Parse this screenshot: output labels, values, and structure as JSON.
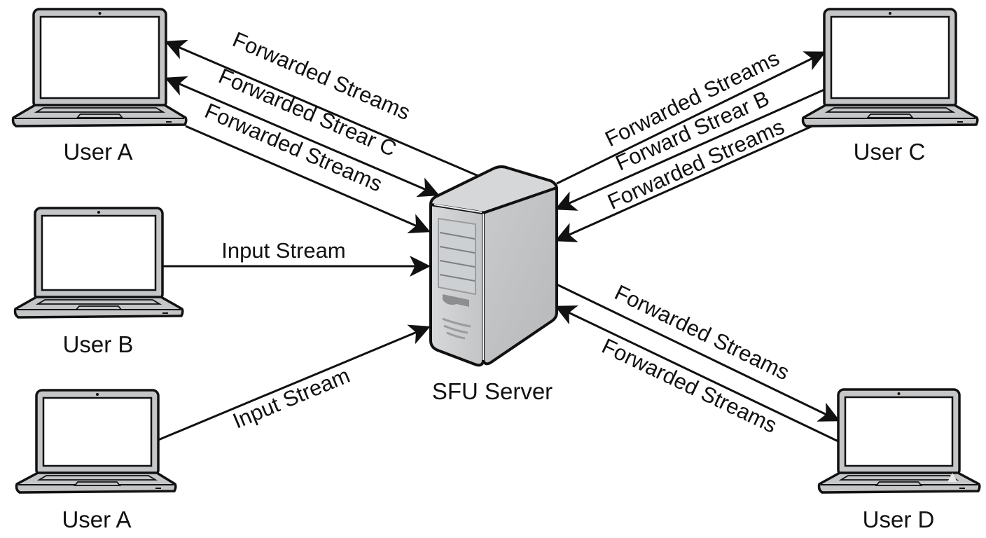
{
  "diagram": {
    "type": "sfu-topology",
    "server": {
      "id": "sfu",
      "label": "SFU Server",
      "icon": "server-tower-icon"
    },
    "nodes": [
      {
        "id": "user-a-top",
        "label": "User A",
        "icon": "laptop-icon"
      },
      {
        "id": "user-b",
        "label": "User B",
        "icon": "laptop-icon"
      },
      {
        "id": "user-a-bottom",
        "label": "User A",
        "icon": "laptop-icon"
      },
      {
        "id": "user-c",
        "label": "User C",
        "icon": "laptop-icon"
      },
      {
        "id": "user-d",
        "label": "User D",
        "icon": "laptop-icon"
      }
    ],
    "edges": [
      {
        "id": "e1",
        "from": "sfu",
        "to": "user-a-top",
        "label": "Forwarded Streams",
        "arrow_end": true,
        "arrow_start": false
      },
      {
        "id": "e2",
        "from": "sfu",
        "to": "user-a-top",
        "label": "Forwarded Strear C",
        "arrow_end": true,
        "arrow_start": true
      },
      {
        "id": "e3",
        "from": "user-a-top",
        "to": "sfu",
        "label": "Forwarded Streams",
        "arrow_end": true,
        "arrow_start": false
      },
      {
        "id": "e4",
        "from": "user-b",
        "to": "sfu",
        "label": "Input Stream",
        "arrow_end": true,
        "arrow_start": false
      },
      {
        "id": "e5",
        "from": "user-a-bottom",
        "to": "sfu",
        "label": "Input Stream",
        "arrow_end": true,
        "arrow_start": false
      },
      {
        "id": "e6",
        "from": "sfu",
        "to": "user-c",
        "label": "Forwarded Streams",
        "arrow_end": true,
        "arrow_start": false
      },
      {
        "id": "e7",
        "from": "user-c",
        "to": "sfu",
        "label": "Forward Strear B",
        "arrow_end": true,
        "arrow_start": false
      },
      {
        "id": "e8",
        "from": "user-c",
        "to": "sfu",
        "label": "Forwarded Streams",
        "arrow_end": true,
        "arrow_start": false
      },
      {
        "id": "e9",
        "from": "sfu",
        "to": "user-d",
        "label": "Forwarded Streams",
        "arrow_end": true,
        "arrow_start": false
      },
      {
        "id": "e10",
        "from": "user-d",
        "to": "sfu",
        "label": "Forwarded Streams",
        "arrow_end": true,
        "arrow_start": false
      }
    ],
    "colors": {
      "stroke": "#111111",
      "device_fill": "#c4c6c8",
      "screen_fill": "#ffffff",
      "server_front": "#c9cbcd",
      "server_side": "#bfc1c3",
      "server_top": "#d3d5d7",
      "background": "#ffffff"
    }
  }
}
